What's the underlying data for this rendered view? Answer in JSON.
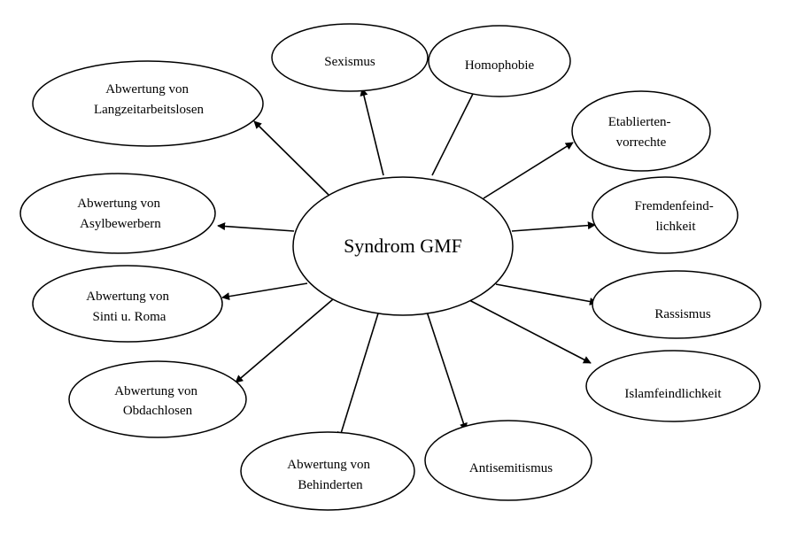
{
  "center": {
    "label": "Syndrom GMF"
  },
  "nodes": [
    {
      "id": "sexismus",
      "lines": [
        "Sexismus"
      ]
    },
    {
      "id": "homophobie",
      "lines": [
        "Homophobie"
      ]
    },
    {
      "id": "etablierten-vorrechte",
      "lines": [
        "Etablierten-",
        "vorrechte"
      ]
    },
    {
      "id": "fremdenfeindlichkeit",
      "lines": [
        "Fremdenfeind-",
        "lichkeit"
      ]
    },
    {
      "id": "rassismus",
      "lines": [
        "Rassismus"
      ]
    },
    {
      "id": "islamfeindlichkeit",
      "lines": [
        "Islamfeindlichkeit"
      ]
    },
    {
      "id": "antisemitismus",
      "lines": [
        "Antisemitismus"
      ]
    },
    {
      "id": "abwertung-behinderten",
      "lines": [
        "Abwertung von",
        "Behinderten"
      ]
    },
    {
      "id": "abwertung-obdachlosen",
      "lines": [
        "Abwertung von",
        "Obdachlosen"
      ]
    },
    {
      "id": "abwertung-sinti-roma",
      "lines": [
        "Abwertung von",
        "Sinti u. Roma"
      ]
    },
    {
      "id": "abwertung-asylbewerbern",
      "lines": [
        "Abwertung von",
        "Asylbewerbern"
      ]
    },
    {
      "id": "abwertung-langzeitarbeitslosen",
      "lines": [
        "Abwertung von",
        "Langzeitarbeitslosen"
      ]
    }
  ]
}
